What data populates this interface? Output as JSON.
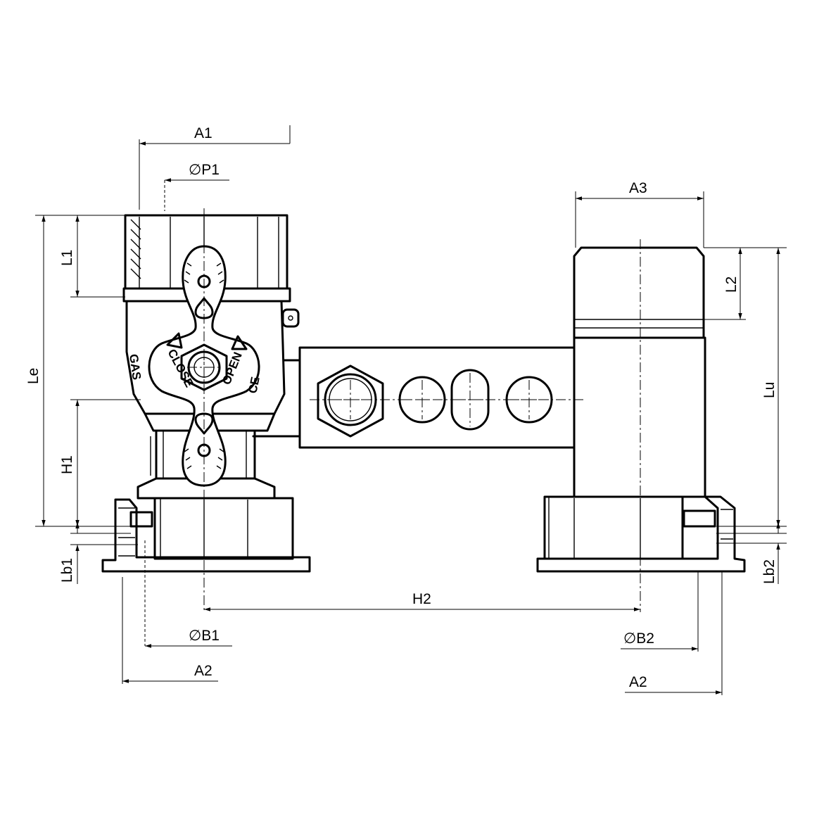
{
  "dimensions": {
    "a1": "A1",
    "p1": "∅P1",
    "a3": "A3",
    "l1": "L1",
    "l2": "L2",
    "le": "Le",
    "lu": "Lu",
    "h1": "H1",
    "lb1": "Lb1",
    "lb2": "Lb2",
    "h2": "H2",
    "b1": "∅B1",
    "b2": "∅B2",
    "a2_left": "A2",
    "a2_right": "A2"
  },
  "valve_markings": {
    "close": "CLOSE",
    "open": "OPEN",
    "gas": "GAS",
    "ce": "CE"
  },
  "icons": [
    "arrow-head-icon",
    "flame-symbol-icon",
    "hex-nut-icon"
  ]
}
